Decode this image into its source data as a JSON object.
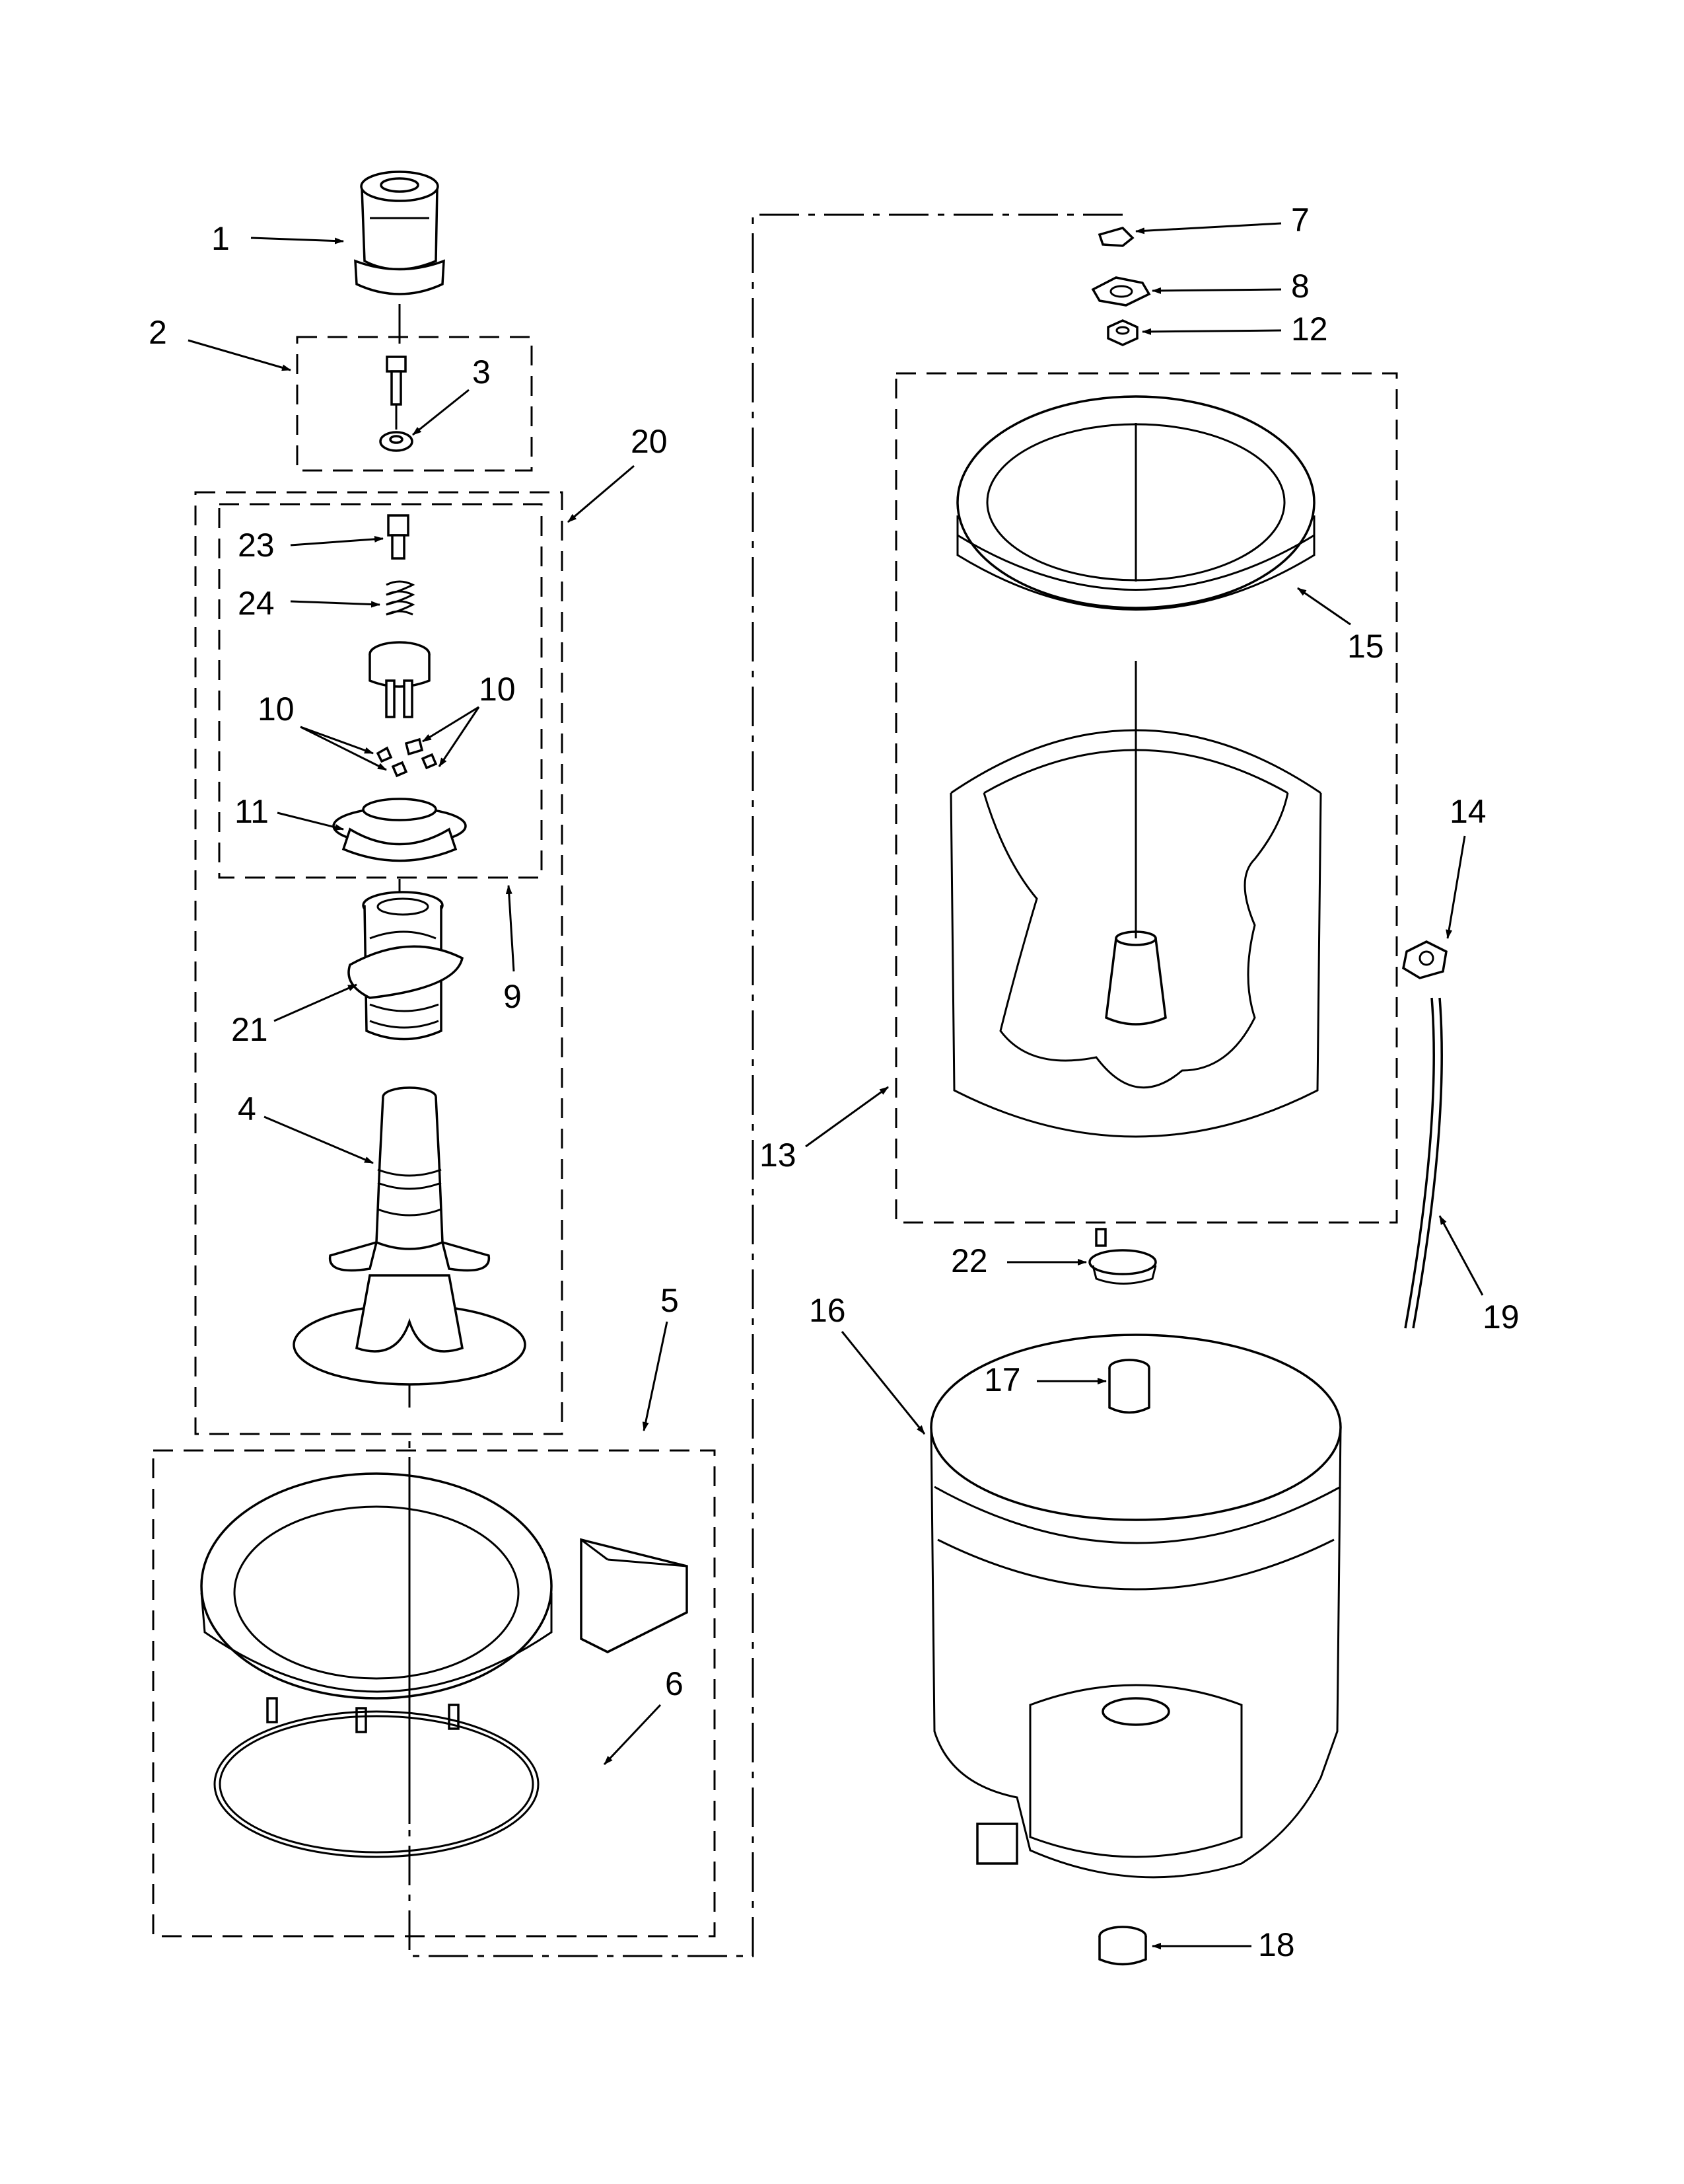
{
  "diagram": {
    "callouts": [
      "1",
      "2",
      "3",
      "20",
      "23",
      "24",
      "10",
      "10",
      "11",
      "9",
      "21",
      "4",
      "5",
      "6",
      "7",
      "8",
      "12",
      "15",
      "14",
      "13",
      "22",
      "16",
      "19",
      "17",
      "18"
    ]
  }
}
